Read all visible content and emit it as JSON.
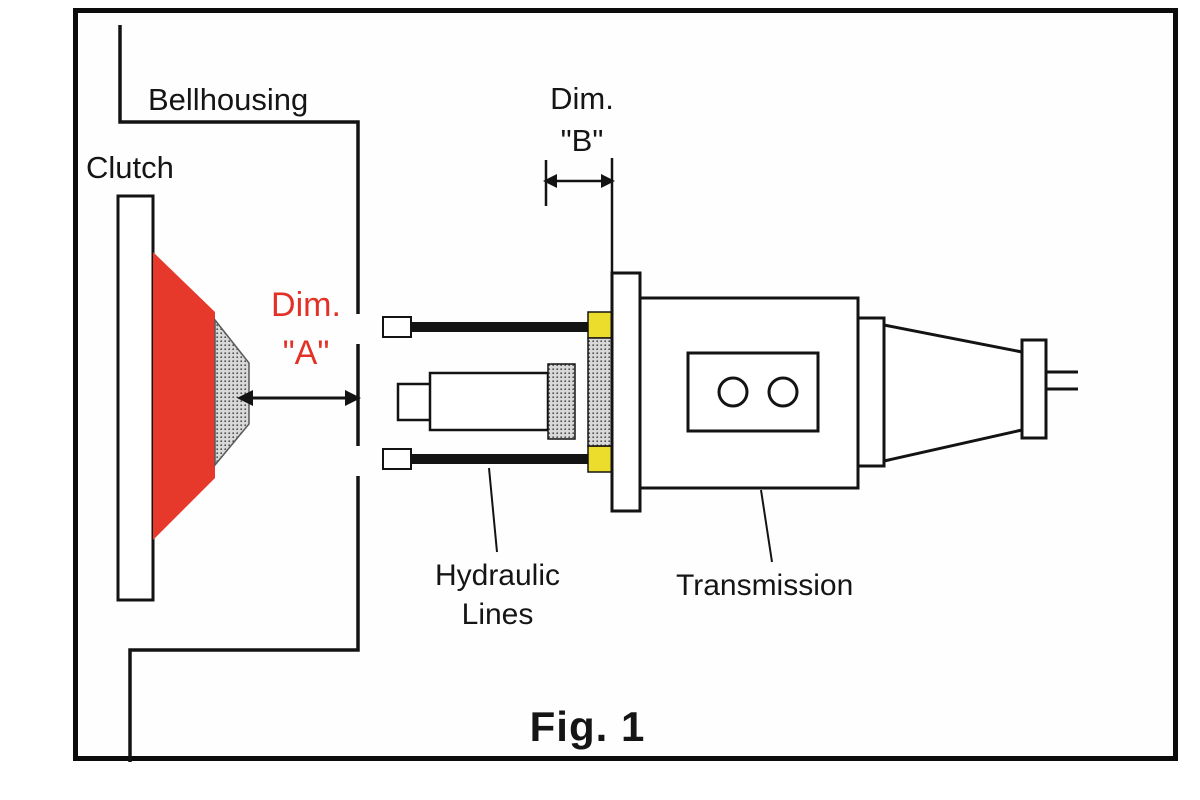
{
  "figure": {
    "title": "Fig. 1",
    "labels": {
      "bellhousing": "Bellhousing",
      "clutch": "Clutch",
      "dim_a_line1": "Dim.",
      "dim_a_line2": "\"A\"",
      "dim_b_line1": "Dim.",
      "dim_b_line2": "\"B\"",
      "hydraulic_line1": "Hydraulic",
      "hydraulic_line2": "Lines",
      "transmission": "Transmission"
    },
    "colors": {
      "clutch_red": "#e6392c",
      "stud_yellow": "#ecdc2c",
      "dim_a_red": "#e23227",
      "line_black": "#111111"
    }
  }
}
